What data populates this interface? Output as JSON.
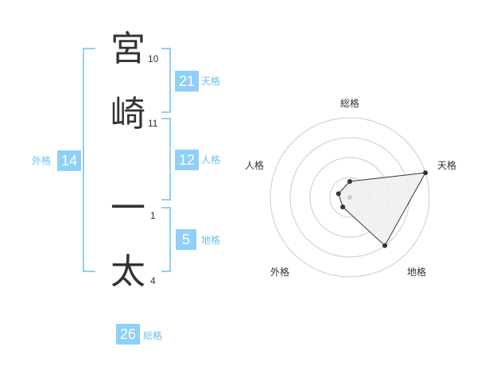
{
  "name": {
    "chars": [
      {
        "char": "宮",
        "strokes": "10"
      },
      {
        "char": "崎",
        "strokes": "11"
      },
      {
        "char": "一",
        "strokes": "1"
      },
      {
        "char": "太",
        "strokes": "4"
      }
    ]
  },
  "fortune": {
    "tenkaku": {
      "value": "21",
      "label": "天格"
    },
    "jinkaku": {
      "value": "12",
      "label": "人格"
    },
    "chikaku": {
      "value": "5",
      "label": "地格"
    },
    "gaikaku": {
      "value": "14",
      "label": "外格"
    },
    "soukaku": {
      "value": "26",
      "label": "総格"
    }
  },
  "colors": {
    "accent": "#8fd0f8",
    "label": "#6fc0ef",
    "text": "#333333"
  },
  "chart_data": {
    "type": "radar",
    "categories": [
      "総格",
      "天格",
      "地格",
      "外格",
      "人格"
    ],
    "values": [
      0.2,
      1.0,
      0.75,
      0.15,
      0.15
    ],
    "rings": 4
  }
}
